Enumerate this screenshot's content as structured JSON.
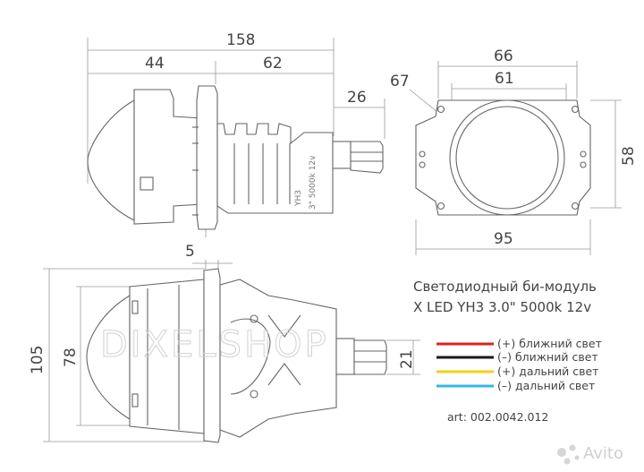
{
  "dimensions": {
    "d158": "158",
    "d44": "44",
    "d62": "62",
    "d26": "26",
    "d67": "67",
    "d66": "66",
    "d61": "61",
    "d58": "58",
    "d95": "95",
    "d5": "5",
    "d105": "105",
    "d78": "78",
    "d21": "21"
  },
  "title": {
    "line1": "Светодиодный би-модуль",
    "line2": "X LED YH3 3.0\" 5000k 12v"
  },
  "legend": [
    {
      "label": "(+) ближний свет",
      "color": "#e02020"
    },
    {
      "label": "(–) ближний свет",
      "color": "#1a1a1a"
    },
    {
      "label": "(+) дальний свет",
      "color": "#f2d21a"
    },
    {
      "label": "(–) дальний свет",
      "color": "#35b6e8"
    }
  ],
  "article": "art: 002.0042.012",
  "device_label": "YH3",
  "device_spec": "3\" 5000k 12v",
  "watermark": "DIXELSHOP",
  "avito": "Avito"
}
